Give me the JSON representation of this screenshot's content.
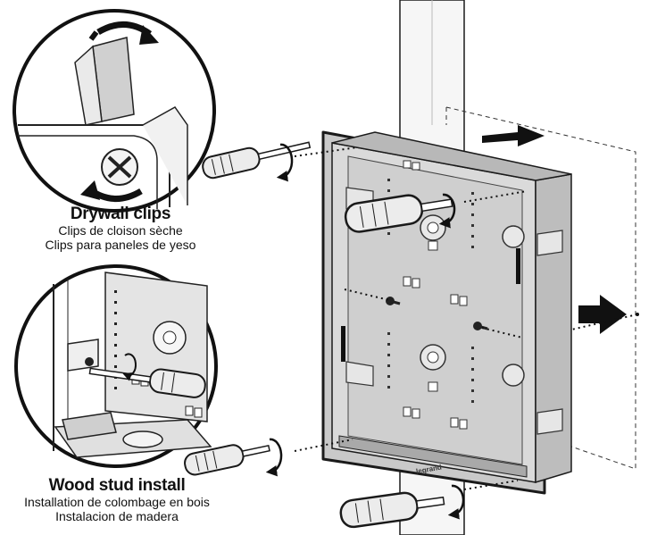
{
  "captions": {
    "drywall": {
      "heading": "Drywall clips",
      "french": "Clips de cloison sèche",
      "spanish": "Clips para paneles de yeso"
    },
    "wood": {
      "heading": "Wood stud install",
      "french": "Installation de colombage en bois",
      "spanish": "Instalacion de madera"
    }
  },
  "brand": "legrand",
  "colors": {
    "line": "#1a1a1a",
    "box_fill": "#d6d6d6",
    "box_inner": "#c4c4c4",
    "stud": "#f4f4f4",
    "handle": "#e6e6e6"
  },
  "icons": [
    "screwdriver-icon",
    "rotation-arrow-icon",
    "direction-arrow-icon"
  ]
}
